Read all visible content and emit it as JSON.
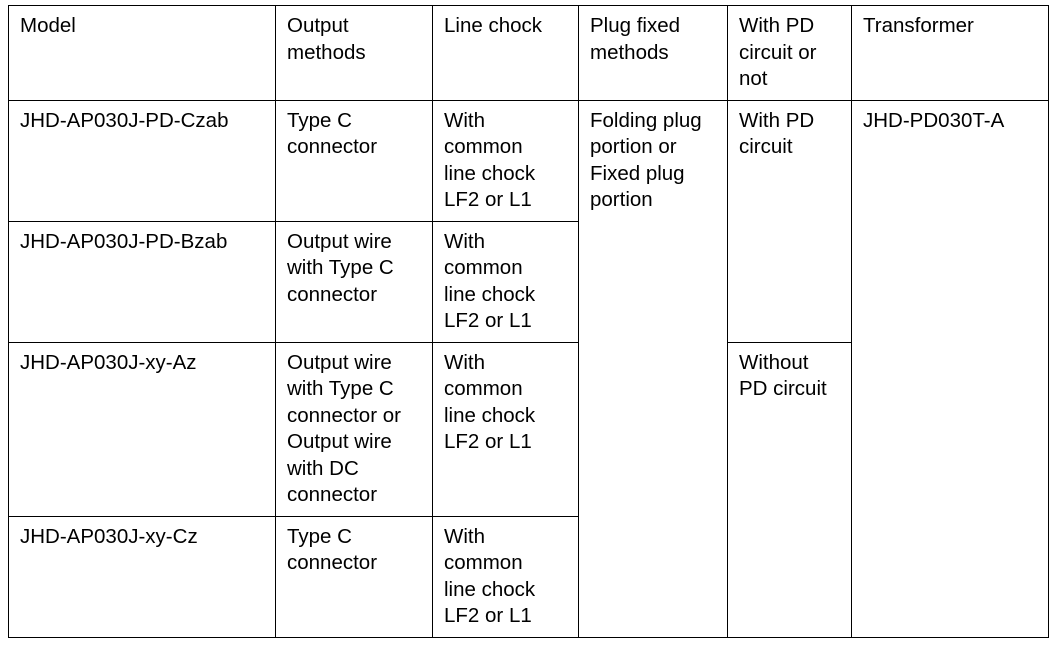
{
  "table": {
    "columns": [
      {
        "key": "model",
        "label": "Model"
      },
      {
        "key": "output",
        "label": "Output\nmethods"
      },
      {
        "key": "chock",
        "label": "Line chock"
      },
      {
        "key": "plug",
        "label": "Plug fixed\nmethods"
      },
      {
        "key": "pd",
        "label": "With PD\ncircuit or\nnot"
      },
      {
        "key": "trans",
        "label": "Transformer"
      }
    ],
    "rows": [
      {
        "model": "JHD-AP030J-PD-Czab",
        "output": "Type C\nconnector",
        "chock": "With\ncommon\nline chock\nLF2 or L1",
        "plug": "Folding plug\nportion or\nFixed plug\nportion",
        "pd": "With PD\ncircuit",
        "trans": "JHD-PD030T-A"
      },
      {
        "model": "JHD-AP030J-PD-Bzab",
        "output": "Output wire\nwith Type C\nconnector",
        "chock": "With\ncommon\nline chock\nLF2 or L1"
      },
      {
        "model": "JHD-AP030J-xy-Az",
        "output": "Output wire\nwith Type C\nconnector or\nOutput wire\nwith DC\nconnector",
        "chock": "With\ncommon\nline chock\nLF2 or L1",
        "pd": "Without\nPD circuit"
      },
      {
        "model": "JHD-AP030J-xy-Cz",
        "output": "Type C\nconnector",
        "chock": "With\ncommon\nline chock\nLF2 or L1"
      }
    ]
  },
  "colors": {
    "border": "#000000",
    "text": "#000000",
    "background": "#ffffff"
  }
}
